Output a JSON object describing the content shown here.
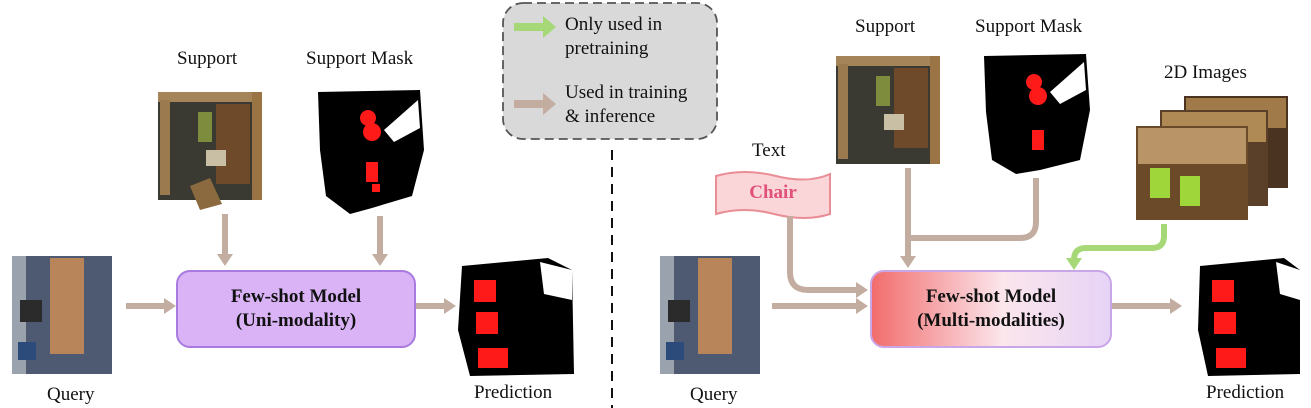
{
  "legend": {
    "green_text": [
      "Only used in",
      "pretraining"
    ],
    "brown_text": [
      "Used in training",
      "& inference"
    ],
    "green_color": "#a6d878",
    "brown_color": "#c2ada0"
  },
  "left": {
    "support_label": "Support",
    "support_mask_label": "Support Mask",
    "model_line1": "Few-shot Model",
    "model_line2": "(Uni-modality)",
    "model_color": "#d9b3f5",
    "query_label": "Query",
    "prediction_label": "Prediction"
  },
  "right": {
    "support_label": "Support",
    "support_mask_label": "Support Mask",
    "images_label": "2D Images",
    "text_label": "Text",
    "text_box": "Chair",
    "model_line1": "Few-shot Model",
    "model_line2": "(Multi-modalities)",
    "query_label": "Query",
    "prediction_label": "Prediction"
  }
}
